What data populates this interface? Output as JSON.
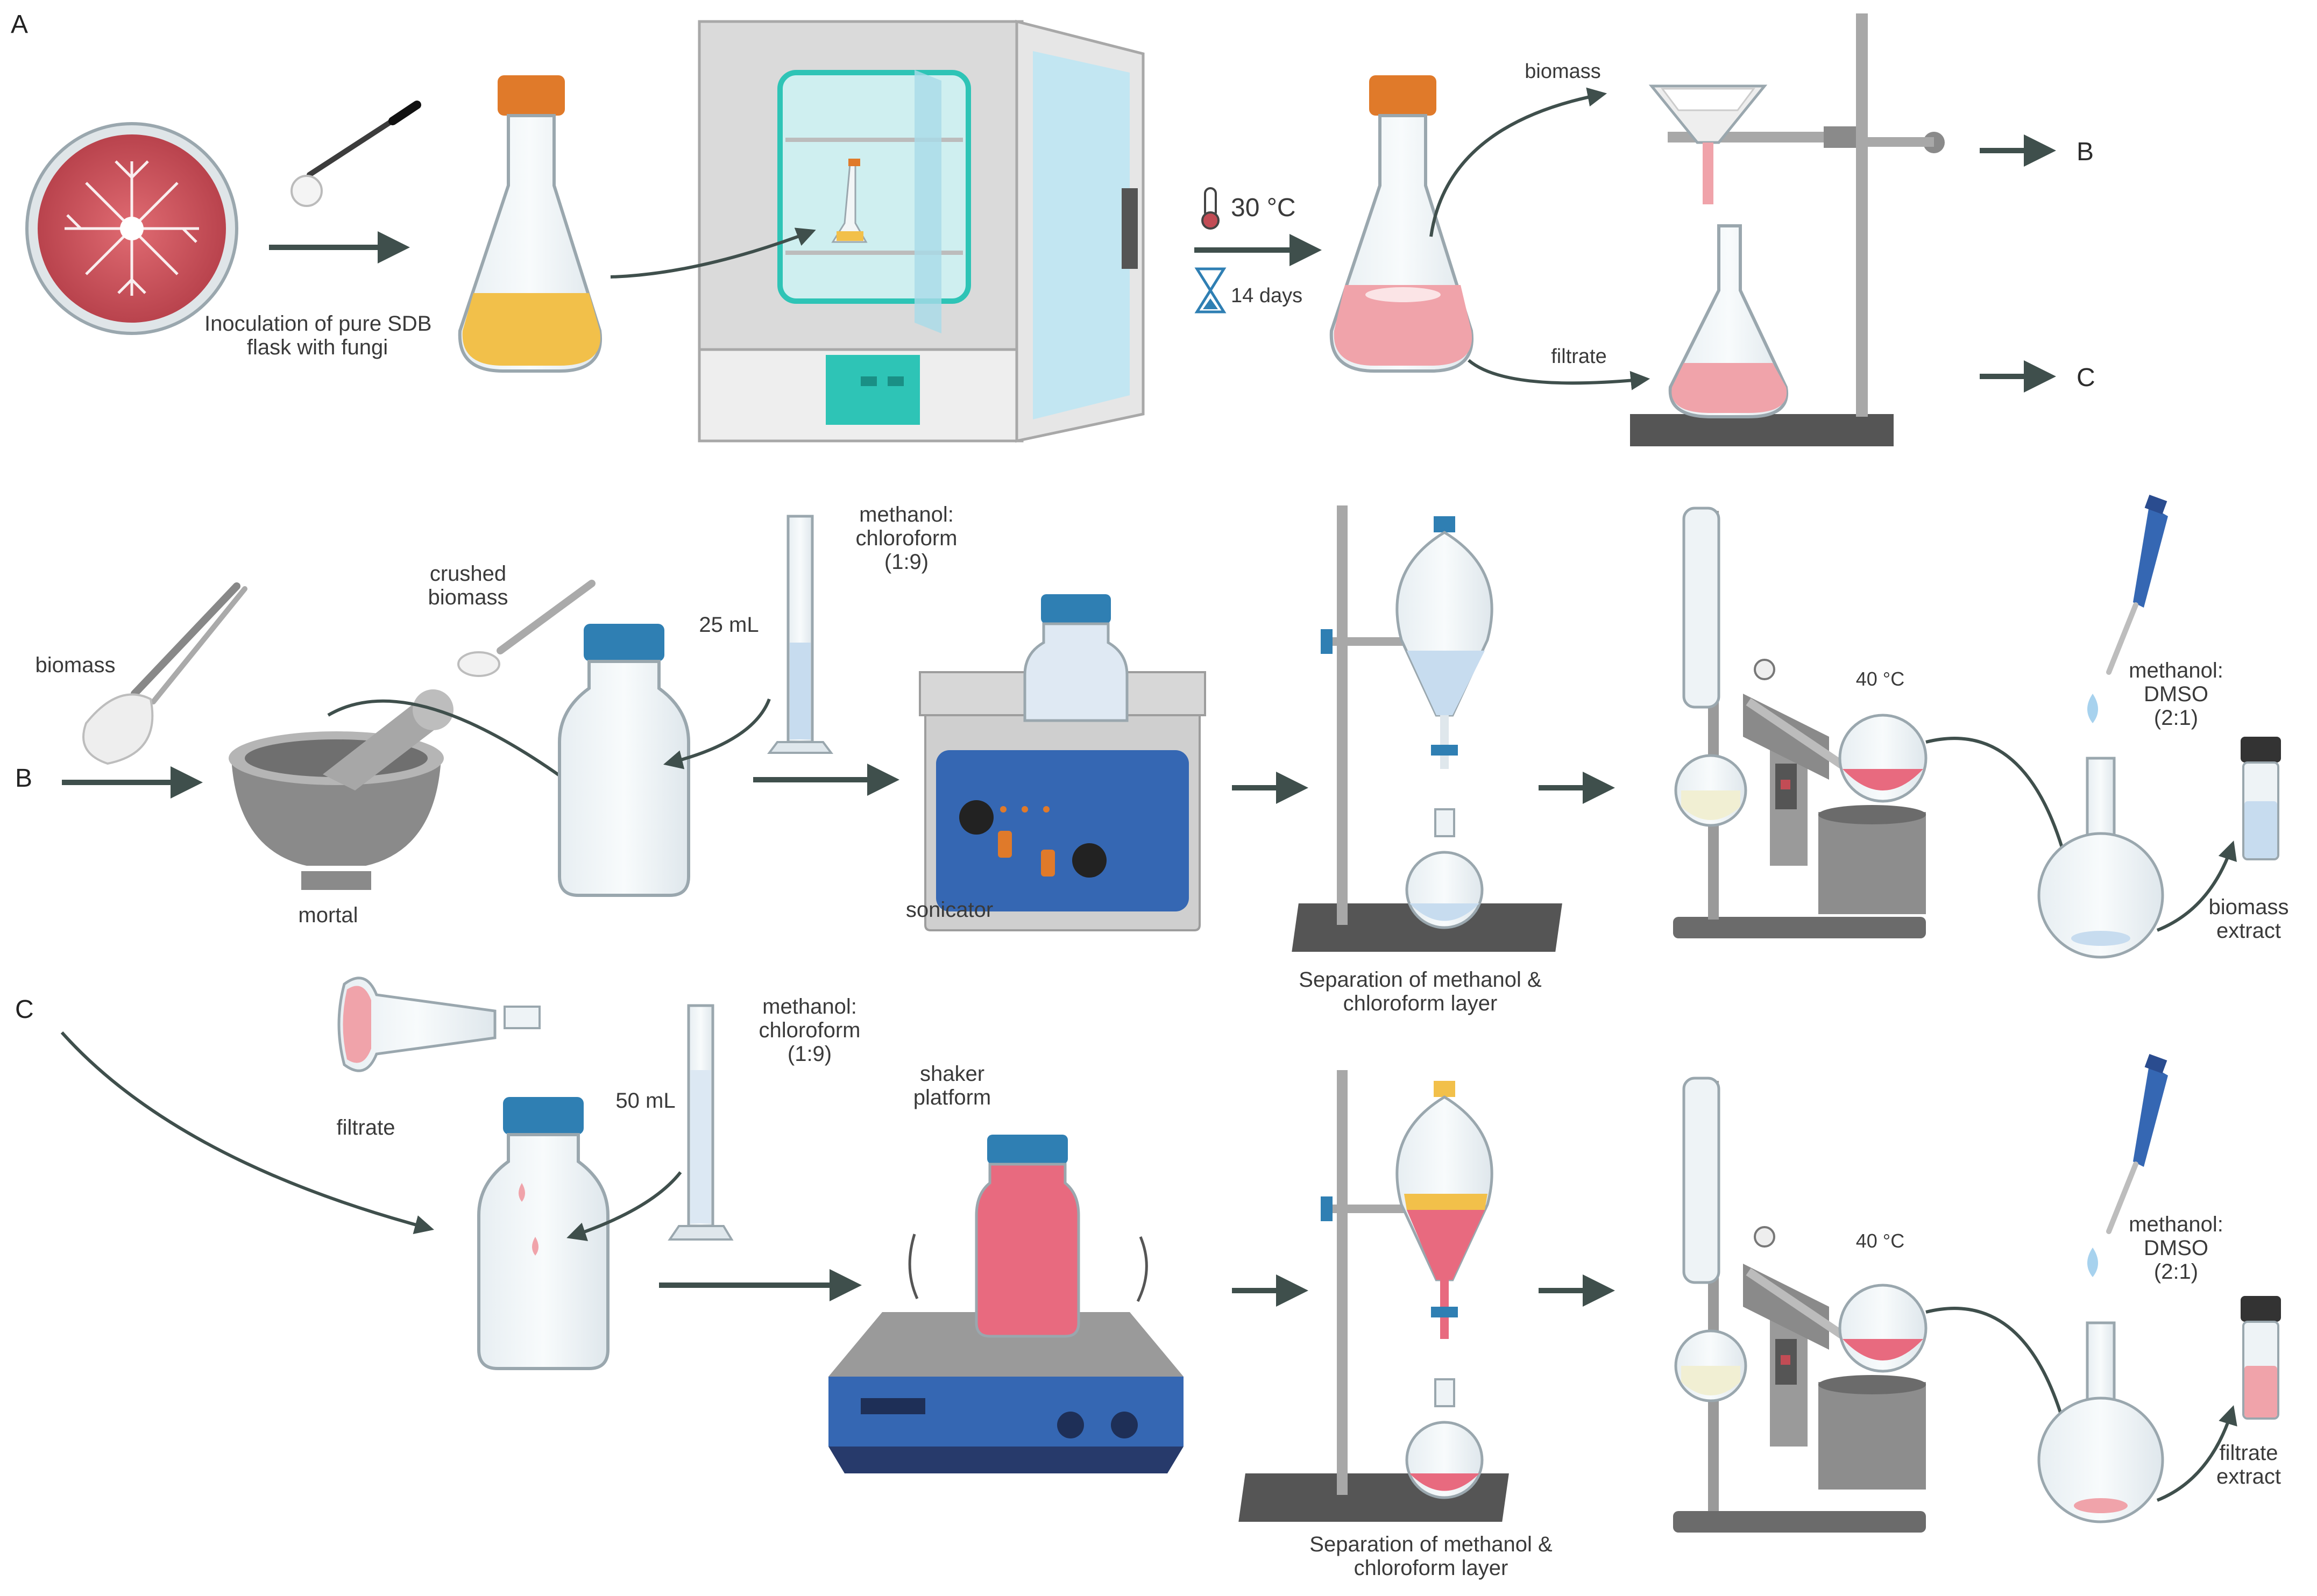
{
  "panels": {
    "a": "A",
    "b": "B",
    "c": "C"
  },
  "row_a": {
    "inoculation_line1": "Inoculation of pure SDB",
    "inoculation_line2": "flask with fungi",
    "temperature": "30 °C",
    "duration": "14 days",
    "biomass": "biomass",
    "filtrate": "filtrate",
    "to_b": "B",
    "to_c": "C"
  },
  "row_b": {
    "biomass": "biomass",
    "crushed_line1": "crushed",
    "crushed_line2": "biomass",
    "volume": "25 mL",
    "solvent_line1": "methanol:",
    "solvent_line2": "chloroform",
    "solvent_line3": "(1:9)",
    "mortar": "mortal",
    "sonicator": "sonicator",
    "separation_line1": "Separation of methanol &",
    "separation_line2": "chloroform layer",
    "rotavap_temp": "40 °C",
    "dmso_line1": "methanol:",
    "dmso_line2": "DMSO",
    "dmso_line3": "(2:1)",
    "extract_line1": "biomass",
    "extract_line2": "extract"
  },
  "row_c": {
    "filtrate": "filtrate",
    "volume": "50 mL",
    "solvent_line1": "methanol:",
    "solvent_line2": "chloroform",
    "solvent_line3": "(1:9)",
    "shaker_line1": "shaker",
    "shaker_line2": "platform",
    "separation_line1": "Separation of methanol &",
    "separation_line2": "chloroform layer",
    "rotavap_temp": "40 °C",
    "dmso_line1": "methanol:",
    "dmso_line2": "DMSO",
    "dmso_line3": "(2:1)",
    "extract_line1": "filtrate",
    "extract_line2": "extract"
  },
  "colors": {
    "arrow": "#3f4f4c",
    "glass": "#eef3f6",
    "glass_stroke": "#9aa7ae",
    "cap_orange": "#e07a2a",
    "cap_blue": "#2f7fb3",
    "medium_yellow": "#f2c04a",
    "medium_pink": "#f0a3aa",
    "liquid_pink": "#e86a7f",
    "liquid_blue": "#c7dcef",
    "metal": "#9a9a9a",
    "sonicator_blue": "#3567b3",
    "shaker_navy": "#273a6b",
    "incubator_teal": "#2ec4b6",
    "petri_red": "#c24c55"
  },
  "icons": [
    "petri-dish-icon",
    "inoculation-loop-icon",
    "erlenmeyer-flask-icon",
    "incubator-icon",
    "thermometer-icon",
    "hourglass-icon",
    "funnel-stand-icon",
    "tweezers-icon",
    "mortar-pestle-icon",
    "spatula-icon",
    "media-bottle-icon",
    "graduated-cylinder-icon",
    "sonicator-icon",
    "separatory-funnel-icon",
    "round-flask-icon",
    "rotary-evaporator-icon",
    "pipette-icon",
    "droplet-icon",
    "vial-icon",
    "shaker-icon"
  ]
}
